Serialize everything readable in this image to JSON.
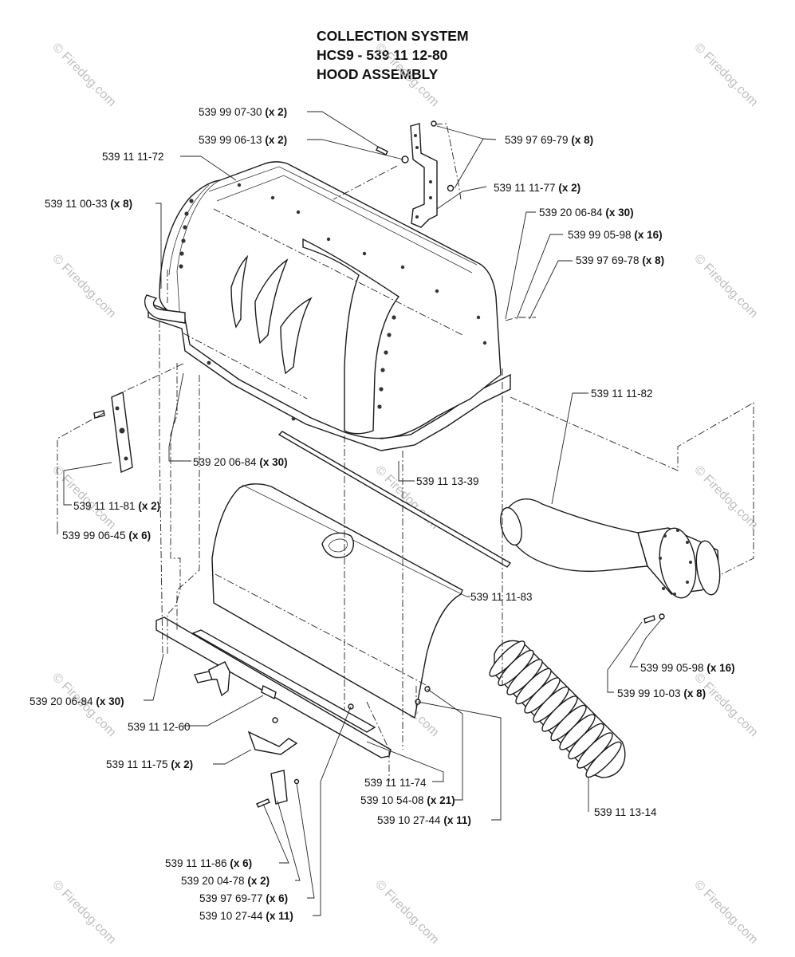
{
  "title": {
    "line1": "COLLECTION SYSTEM",
    "line2": "HCS9 - 539 11 12-80",
    "line3": "HOOD ASSEMBLY"
  },
  "watermark": {
    "small": "© Firedog.com",
    "center": "© Firedog.com"
  },
  "callouts": [
    {
      "num": "539 99 07-30",
      "qty": "(x 2)"
    },
    {
      "num": "539 99 06-13",
      "qty": "(x 2)"
    },
    {
      "num": "539 97 69-79",
      "qty": "(x 8)"
    },
    {
      "num": "539 11 11-72",
      "qty": ""
    },
    {
      "num": "539 11 11-77",
      "qty": "(x 2)"
    },
    {
      "num": "539 11 00-33",
      "qty": "(x 8)"
    },
    {
      "num": "539 20 06-84",
      "qty": "(x 30)"
    },
    {
      "num": "539 99 05-98",
      "qty": "(x 16)"
    },
    {
      "num": "539 97 69-78",
      "qty": "(x 8)"
    },
    {
      "num": "539 11 11-82",
      "qty": ""
    },
    {
      "num": "539 20 06-84",
      "qty": "(x 30)"
    },
    {
      "num": "539 11 13-39",
      "qty": ""
    },
    {
      "num": "539 11 11-81",
      "qty": "(x 2)"
    },
    {
      "num": "539 99 06-45",
      "qty": "(x 6)"
    },
    {
      "num": "539 11 11-83",
      "qty": ""
    },
    {
      "num": "539 99 05-98",
      "qty": "(x 16)"
    },
    {
      "num": "539 99 10-03",
      "qty": "(x 8)"
    },
    {
      "num": "539 20 06-84",
      "qty": "(x 30)"
    },
    {
      "num": "539 11 12-60",
      "qty": ""
    },
    {
      "num": "539 11 11-75",
      "qty": "(x 2)"
    },
    {
      "num": "539 11 11-74",
      "qty": ""
    },
    {
      "num": "539 10 54-08",
      "qty": "(x 21)"
    },
    {
      "num": "539 10 27-44",
      "qty": "(x 11)"
    },
    {
      "num": "539 11 13-14",
      "qty": ""
    },
    {
      "num": "539 11 11-86",
      "qty": "(x 6)"
    },
    {
      "num": "539 20 04-78",
      "qty": "(x 2)"
    },
    {
      "num": "539 97 69-77",
      "qty": "(x 6)"
    },
    {
      "num": "539 10 27-44",
      "qty": "(x 11)"
    }
  ]
}
